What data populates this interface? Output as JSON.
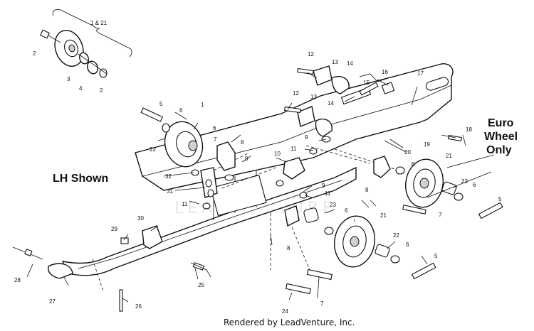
{
  "diagram": {
    "side_label": "LH Shown",
    "euro_label_line1": "Euro",
    "euro_label_line2": "Wheel",
    "euro_label_line3": "Only",
    "group_label": "1 & 21",
    "footer": "Rendered by LeadVenture, Inc.",
    "callouts": {
      "c1": "1",
      "c2a": "2",
      "c2b": "2",
      "c3": "3",
      "c4": "4",
      "c5a": "5",
      "c5b": "5",
      "c5c": "5",
      "c6a": "6",
      "c6b": "6",
      "c6c": "6",
      "c6d": "6",
      "c6e": "6",
      "c6f": "6",
      "c7a": "7",
      "c7b": "7",
      "c7c": "7",
      "c8a": "8",
      "c8b": "8",
      "c8c": "8",
      "c9a": "9",
      "c9b": "9",
      "c9c": "9",
      "c10": "10",
      "c11a": "11",
      "c11b": "11",
      "c11c": "11",
      "c12a": "12",
      "c12b": "12",
      "c13a": "13",
      "c13b": "13",
      "c14a": "14",
      "c14b": "14",
      "c15": "15",
      "c16": "16",
      "c17": "17",
      "c18": "18",
      "c19": "19",
      "c20": "20",
      "c21a": "21",
      "c21b": "21",
      "c22a": "22",
      "c22b": "22",
      "c22c": "22",
      "c23": "23",
      "c24": "24",
      "c25": "25",
      "c26": "26",
      "c27": "27",
      "c28": "28",
      "c29": "29",
      "c30": "30",
      "c31": "31",
      "c32": "32"
    }
  }
}
